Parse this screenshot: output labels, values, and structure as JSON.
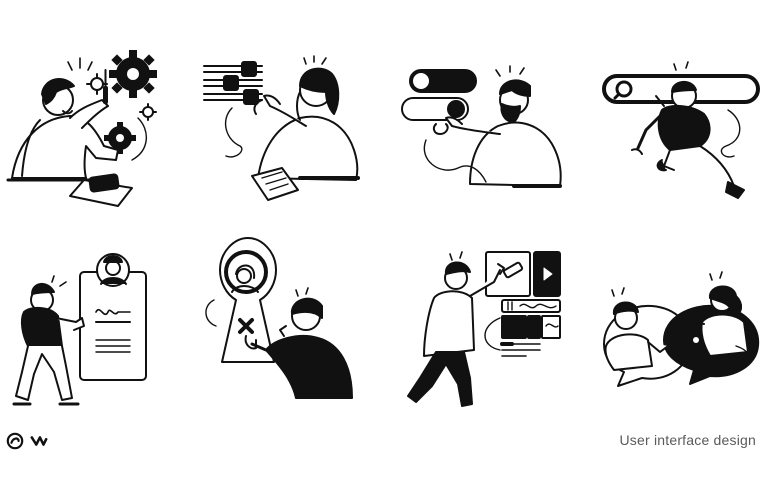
{
  "caption": "User interface design",
  "colors": {
    "ink": "#111111",
    "paper": "#ffffff",
    "caption": "#5a5a5a"
  },
  "logos": [
    "loop-mark-icon",
    "wave-mark-icon"
  ],
  "illustrations": [
    "gears-illustration",
    "sliders-illustration",
    "toggles-illustration",
    "search-bar-illustration",
    "profile-card-illustration",
    "keyhole-avatar-illustration",
    "media-grid-illustration",
    "chat-bubbles-illustration"
  ]
}
